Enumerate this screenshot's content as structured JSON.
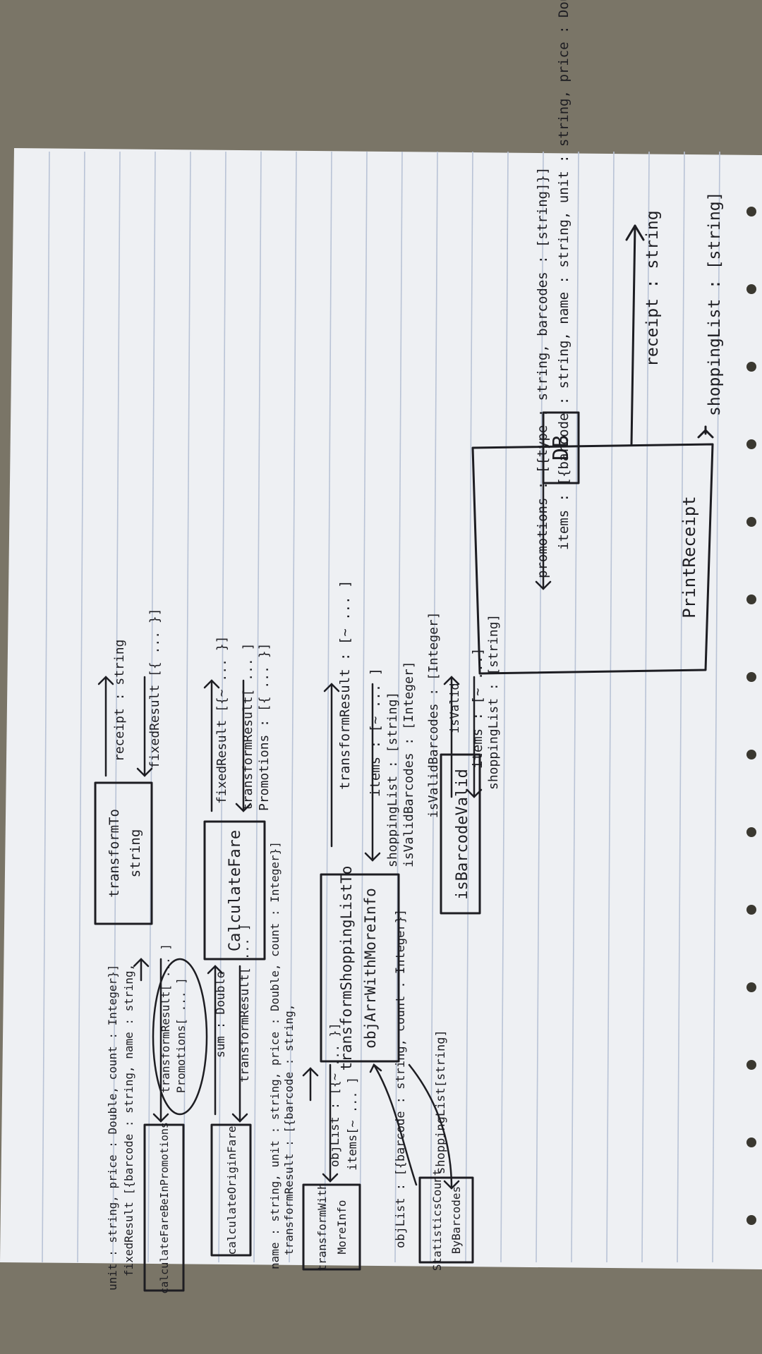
{
  "diagram": {
    "db": {
      "label": "DB",
      "items_schema": "items : [{barcode : string, name : string, unit : string, price : Double}]",
      "promotions_schema": "promotions : [{type : string, barcodes : [string]}]"
    },
    "left_rail": {
      "input": "shoppingList : [string]",
      "output": "receipt : string"
    },
    "print_receipt": "PrintReceipt",
    "row1": {
      "top_label_1": "shoppingList : [string]",
      "top_label_2": "items : [~ ...]",
      "return_label": "isValid",
      "return_value": "isValidBarcodes : [Integer]",
      "box": "isBarcodeValid"
    },
    "row2": {
      "label_1": "isValidBarcodes : [Integer]",
      "label_2": "shoppingList : [string]",
      "label_3": "items : [~ ... ]",
      "return_label": "transformResult : [~ ... ]",
      "box_line1": "transformShoppingListTo",
      "box_line2": "objArrWithMoreInfo",
      "sub1_label": "shoppingList[string]",
      "sub1_box_line1": "StatisticsCount",
      "sub1_box_line2": "ByBarcodes",
      "sub1_return": "objList : [{barcode : string, count : Integer}]",
      "sub2_label_1": "items[~ ... ]",
      "sub2_label_2": "objList : [{~ ... }]",
      "sub2_box_line1": "transformWith",
      "sub2_box_line2": "MoreInfo",
      "sub2_return": "transformResult : [{barcode : string,",
      "sub2_return_2": "name : string, unit : string, price : Double, count : Integer}]"
    },
    "row3": {
      "label_1": "Promotions : [{ ... }]",
      "label_2": "transformResult[ ... ]",
      "return_label": "fixedResult [{~ ... }]",
      "box": "CalculateFare",
      "sub1_label_1": "transformResult[ ... ]",
      "sub1_label_2": "sum : Double",
      "sub1_box": "calculateOriginFare",
      "sub2_label_1": "Promotions[ ... ]",
      "sub2_label_2": "transformResult[ ... ]",
      "sub2_box": "calculateFareBeInPromotions",
      "sub2_return": "fixedResult [{barcode : string, name : string,",
      "sub2_return_2": "unit : string, price : Double, count : Integer}]"
    },
    "row4": {
      "label": "fixedResult [{ ... }]",
      "return_label": "receipt : string",
      "box_line1": "transformTo",
      "box_line2": "string"
    },
    "paper_color": "#eef0f3",
    "ink_color": "#1d1d22",
    "rule_color": "#b9c3d6"
  }
}
